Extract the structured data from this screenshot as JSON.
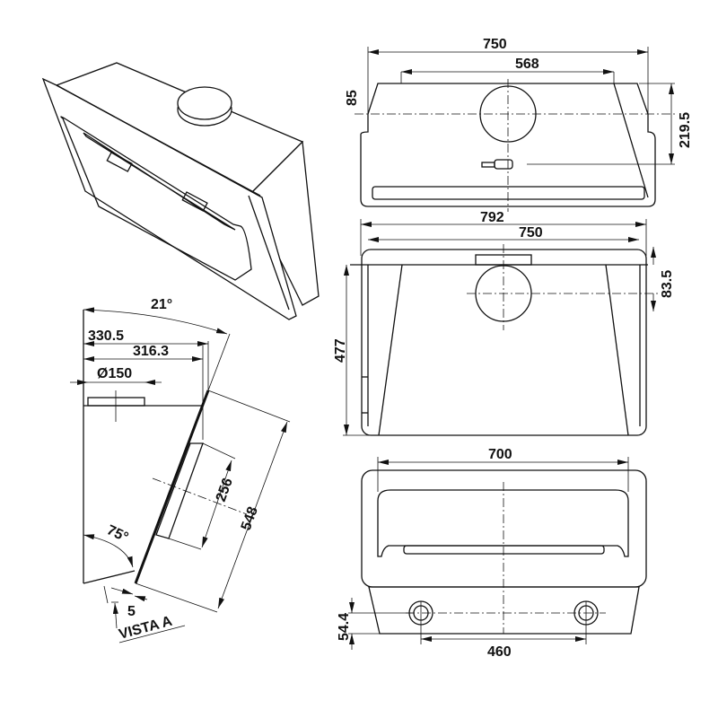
{
  "drawing": {
    "side_view": {
      "angle_top": "21°",
      "depth_outer": "330.5",
      "depth_inner": "316.3",
      "duct_diameter": "Ø150",
      "control_height": "256",
      "glass_height": "548",
      "angle_bottom": "75°",
      "glass_offset": "5",
      "view_label": "VISTA A"
    },
    "top_view": {
      "width": "750",
      "duct_span": "568",
      "duct_offset": "85",
      "socket_offset": "219.5"
    },
    "front_view": {
      "overall_width": "792",
      "body_width": "750",
      "height": "477",
      "duct_offset": "83.5"
    },
    "bottom_view": {
      "inner_width": "700",
      "hole_offset": "54.4",
      "hole_spacing": "460"
    },
    "colors": {
      "line": "#111111",
      "background": "#ffffff"
    }
  }
}
